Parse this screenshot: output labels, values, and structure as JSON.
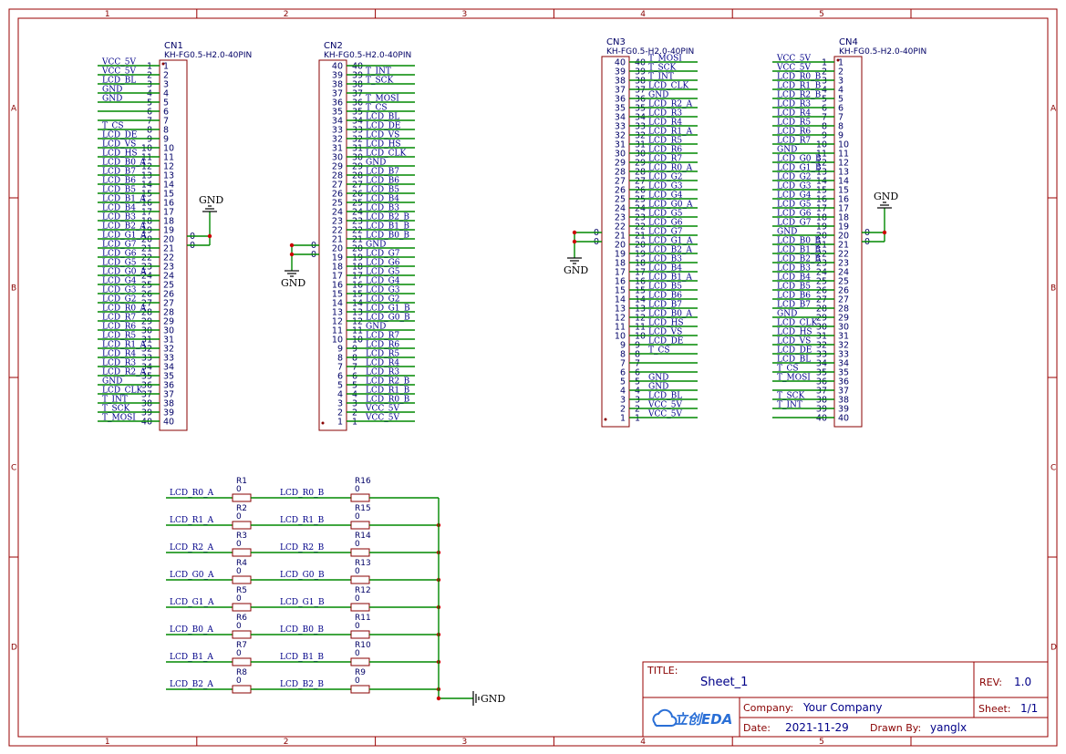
{
  "border": {
    "columns": [
      "1",
      "2",
      "3",
      "4",
      "5"
    ],
    "rows": [
      "A",
      "B",
      "C",
      "D"
    ]
  },
  "connectors": [
    {
      "ref": "CN1",
      "part": "KH-FG0.5-H2.0-40PIN",
      "side": "left",
      "gnd_label": "GND",
      "gnd_pins": [
        "0",
        "0"
      ],
      "nets": [
        "VCC_5V",
        "VCC_5V",
        "LCD_BL",
        "GND",
        "GND",
        "",
        "",
        "T_CS",
        "LCD_DE",
        "LCD_VS",
        "LCD_HS",
        "LCD_B0_A",
        "LCD_B7",
        "LCD_B6",
        "LCD_B5",
        "LCD_B1_A",
        "LCD_B4",
        "LCD_B3",
        "LCD_B2_A",
        "LCD_G1_A",
        "LCD_G7",
        "LCD_G6",
        "LCD_G5",
        "LCD_G0_A",
        "LCD_G4",
        "LCD_G3",
        "LCD_G2",
        "LCD_R0_A",
        "LCD_R7",
        "LCD_R6",
        "LCD_R5",
        "LCD_R1_A",
        "LCD_R4",
        "LCD_R3",
        "LCD_R2_A",
        "GND",
        "LCD_CLK",
        "T_INT",
        "T_SCK",
        "T_MOSI"
      ]
    },
    {
      "ref": "CN2",
      "part": "KH-FG0.5-H2.0-40PIN",
      "side": "right",
      "gnd_label": "GND",
      "gnd_pins": [
        "0",
        "0"
      ],
      "nets": [
        "",
        "T_INT",
        "T_SCK",
        "",
        "T_MOSI",
        "T_CS",
        "LCD_BL",
        "LCD_DE",
        "LCD_VS",
        "LCD_HS",
        "LCD_CLK",
        "GND",
        "LCD_B7",
        "LCD_B6",
        "LCD_B5",
        "LCD_B4",
        "LCD_B3",
        "LCD_B2_B",
        "LCD_B1_B",
        "LCD_B0_B",
        "GND",
        "LCD_G7",
        "LCD_G6",
        "LCD_G5",
        "LCD_G4",
        "LCD_G3",
        "LCD_G2",
        "LCD_G1_B",
        "LCD_G0_B",
        "GND",
        "LCD_R7",
        "LCD_R6",
        "LCD_R5",
        "LCD_R4",
        "LCD_R3",
        "LCD_R2_B",
        "LCD_R1_B",
        "LCD_R0_B",
        "VCC_5V",
        "VCC_5V"
      ]
    },
    {
      "ref": "CN3",
      "part": "KH-FG0.5-H2.0-40PIN",
      "side": "right",
      "gnd_label": "GND",
      "gnd_pins": [
        "0",
        "0"
      ],
      "nets": [
        "T_MOSI",
        "T_SCK",
        "T_INT",
        "LCD_CLK",
        "GND",
        "LCD_R2_A",
        "LCD_R3",
        "LCD_R4",
        "LCD_R1_A",
        "LCD_R5",
        "LCD_R6",
        "LCD_R7",
        "LCD_R0_A",
        "LCD_G2",
        "LCD_G3",
        "LCD_G4",
        "LCD_G0_A",
        "LCD_G5",
        "LCD_G6",
        "LCD_G7",
        "LCD_G1_A",
        "LCD_B2_A",
        "LCD_B3",
        "LCD_B4",
        "LCD_B1_A",
        "LCD_B5",
        "LCD_B6",
        "LCD_B7",
        "LCD_B0_A",
        "LCD_HS",
        "LCD_VS",
        "LCD_DE",
        "T_CS",
        "",
        "",
        "GND",
        "GND",
        "LCD_BL",
        "VCC_5V",
        "VCC_5V"
      ]
    },
    {
      "ref": "CN4",
      "part": "KH-FG0.5-H2.0-40PIN",
      "side": "left",
      "gnd_label": "GND",
      "gnd_pins": [
        "0",
        "0"
      ],
      "nets": [
        "VCC_5V",
        "VCC_5V",
        "LCD_R0_B",
        "LCD_R1_B",
        "LCD_R2_B",
        "LCD_R3",
        "LCD_R4",
        "LCD_R5",
        "LCD_R6",
        "LCD_R7",
        "GND",
        "LCD_G0_B",
        "LCD_G1_B",
        "LCD_G2",
        "LCD_G3",
        "LCD_G4",
        "LCD_G5",
        "LCD_G6",
        "LCD_G7",
        "GND",
        "LCD_B0_B",
        "LCD_B1_B",
        "LCD_B2_B",
        "LCD_B3",
        "LCD_B4",
        "LCD_B5",
        "LCD_B6",
        "LCD_B7",
        "GND",
        "LCD_CLK",
        "LCD_HS",
        "LCD_VS",
        "LCD_DE",
        "LCD_BL",
        "T_CS",
        "T_MOSI",
        "",
        "T_SCK",
        "T_INT",
        ""
      ]
    }
  ],
  "resistors": [
    {
      "in": "LCD_R0_A",
      "ra": "R1",
      "va": "0",
      "mid": "LCD_R0_B",
      "rb": "R16",
      "vb": "0"
    },
    {
      "in": "LCD_R1_A",
      "ra": "R2",
      "va": "0",
      "mid": "LCD_R1_B",
      "rb": "R15",
      "vb": "0"
    },
    {
      "in": "LCD_R2_A",
      "ra": "R3",
      "va": "0",
      "mid": "LCD_R2_B",
      "rb": "R14",
      "vb": "0"
    },
    {
      "in": "LCD_G0_A",
      "ra": "R4",
      "va": "0",
      "mid": "LCD_G0_B",
      "rb": "R13",
      "vb": "0"
    },
    {
      "in": "LCD_G1_A",
      "ra": "R5",
      "va": "0",
      "mid": "LCD_G1_B",
      "rb": "R12",
      "vb": "0"
    },
    {
      "in": "LCD_B0_A",
      "ra": "R6",
      "va": "0",
      "mid": "LCD_B0_B",
      "rb": "R11",
      "vb": "0"
    },
    {
      "in": "LCD_B1_A",
      "ra": "R7",
      "va": "0",
      "mid": "LCD_B1_B",
      "rb": "R10",
      "vb": "0"
    },
    {
      "in": "LCD_B2_A",
      "ra": "R8",
      "va": "0",
      "mid": "LCD_B2_B",
      "rb": "R9",
      "vb": "0"
    }
  ],
  "resistor_gnd_label": "GND",
  "title_block": {
    "title_label": "TITLE:",
    "title": "Sheet_1",
    "rev_label": "REV:",
    "rev": "1.0",
    "company_label": "Company:",
    "company": "Your Company",
    "sheet_label": "Sheet:",
    "sheet": "1/1",
    "date_label": "Date:",
    "date": "2021-11-29",
    "drawn_label": "Drawn By:",
    "drawn": "yanglx",
    "logo_text": "立创EDA"
  }
}
